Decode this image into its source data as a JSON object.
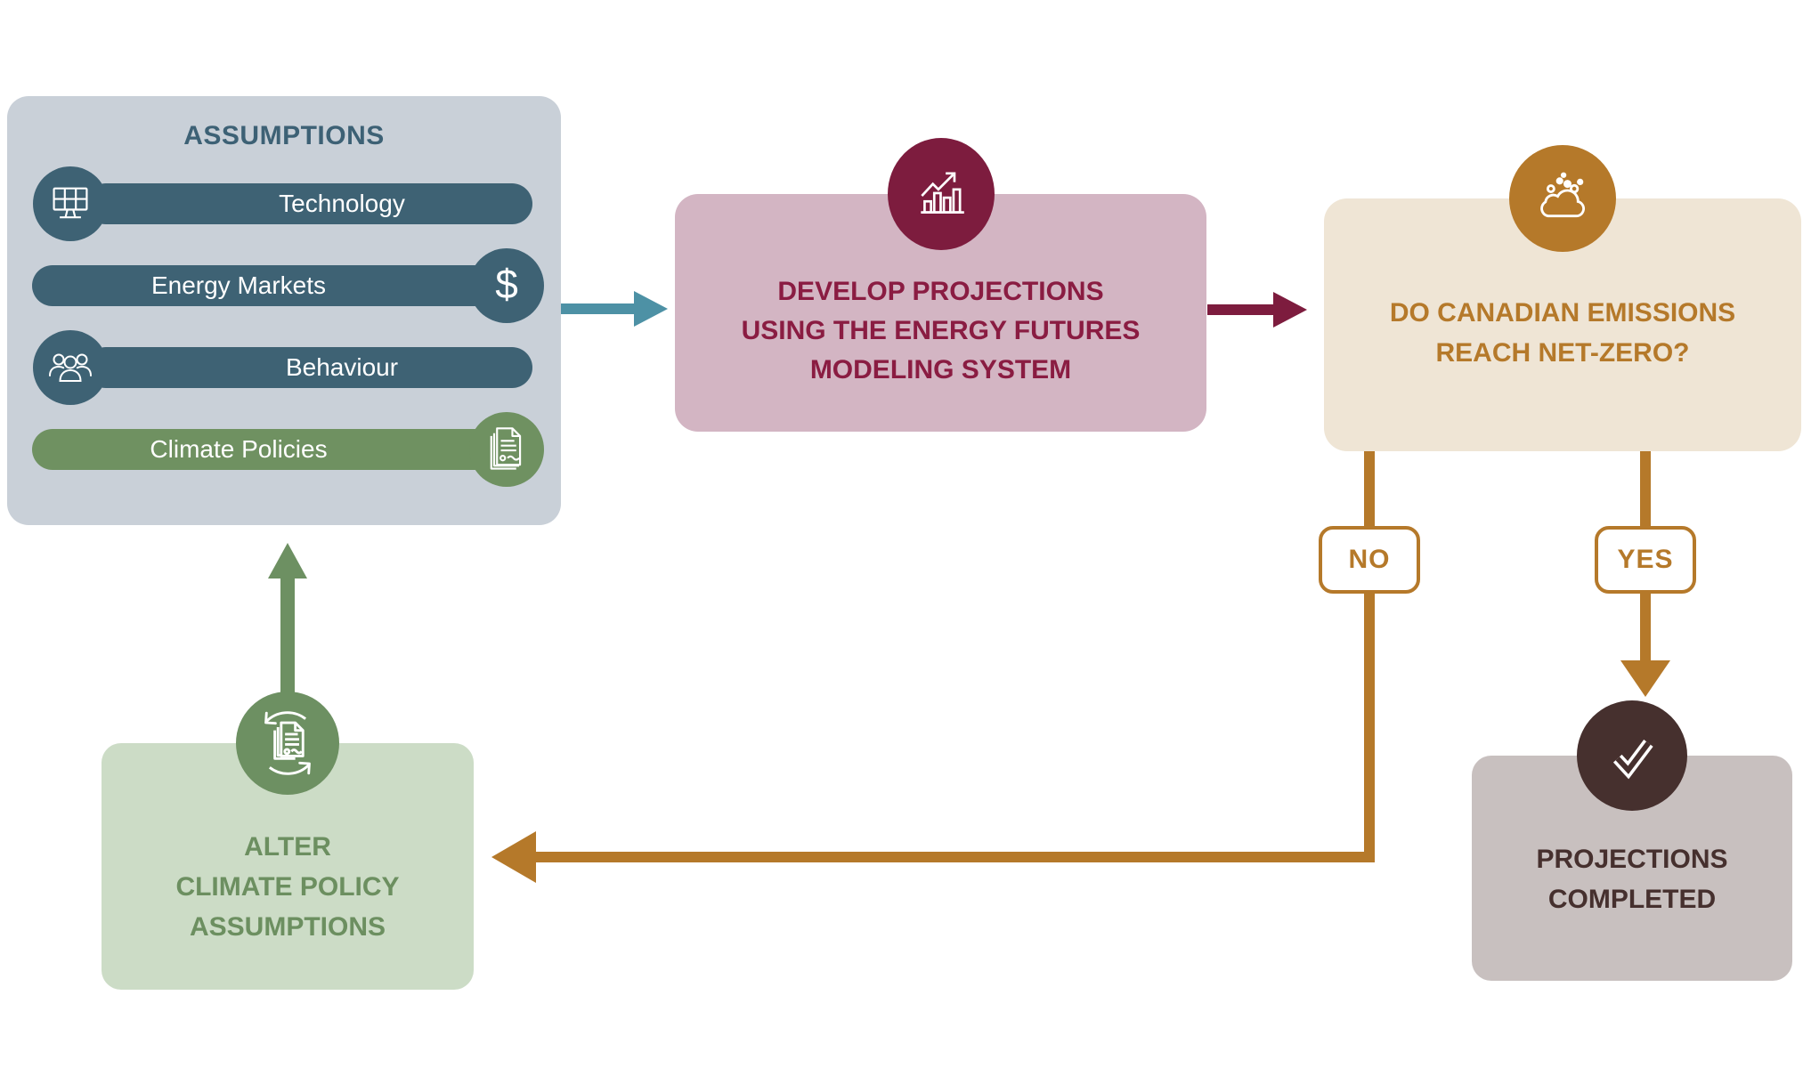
{
  "assumptions": {
    "title": "ASSUMPTIONS",
    "items": [
      {
        "label": "Technology",
        "icon": "solar-panel-icon",
        "side": "left",
        "color": "#3e6274"
      },
      {
        "label": "Energy Markets",
        "icon": "dollar-icon",
        "side": "right",
        "color": "#3e6274"
      },
      {
        "label": "Behaviour",
        "icon": "people-icon",
        "side": "left",
        "color": "#3e6274"
      },
      {
        "label": "Climate Policies",
        "icon": "documents-icon",
        "side": "right",
        "color": "#6f9161"
      }
    ]
  },
  "develop": {
    "lines": [
      "DEVELOP PROJECTIONS",
      "USING THE ENERGY FUTURES",
      "MODELING SYSTEM"
    ],
    "icon": "bar-chart-trend-icon"
  },
  "decision": {
    "lines": [
      "DO CANADIAN EMISSIONS",
      "REACH NET-ZERO?"
    ],
    "icon": "emissions-cloud-icon"
  },
  "branch": {
    "no": "NO",
    "yes": "YES"
  },
  "alter": {
    "lines": [
      "ALTER",
      "CLIMATE POLICY",
      "ASSUMPTIONS"
    ],
    "icon": "cycle-documents-icon"
  },
  "completed": {
    "lines": [
      "PROJECTIONS",
      "COMPLETED"
    ],
    "icon": "check-icon"
  },
  "glyphs": {
    "dollar": "$"
  },
  "colors": {
    "assumptions_bg": "#c9d0d8",
    "slate": "#3e6274",
    "slate_title": "#3d6175",
    "green_pill": "#6f9161",
    "teal_arrow": "#4d91a5",
    "develop_bg": "#d3b5c3",
    "maroon_text": "#8a1c42",
    "maroon_deep": "#7d1c3e",
    "decision_bg": "#efe5d5",
    "gold": "#b5792a",
    "alter_bg": "#ccdcc6",
    "alter_text": "#6c8f60",
    "sage": "#6d9062",
    "completed_bg": "#c8c0bf",
    "dark_brown": "#46302e"
  }
}
